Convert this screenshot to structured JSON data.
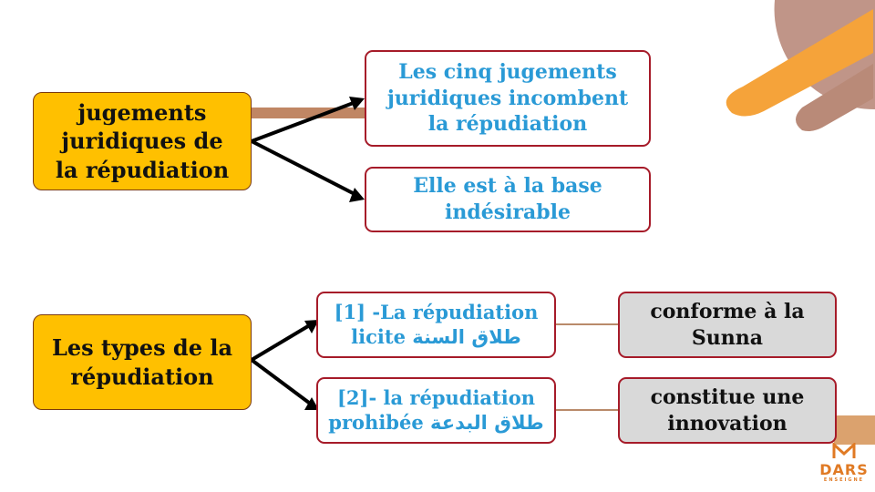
{
  "diagram": {
    "group1": {
      "main": "jugements juridiques de la répudiation",
      "branch1": "Les cinq jugements juridiques incombent la répudiation",
      "branch2": "Elle est à la base indésirable"
    },
    "group2": {
      "main": "Les types de la répudiation",
      "type1": {
        "line1": "[1] -La répudiation",
        "latin": "licite",
        "arabic": "طلاق السنة",
        "note": "conforme à la Sunna"
      },
      "type2": {
        "line1": "[2]- la répudiation",
        "latin": "prohibée",
        "arabic": "طلاق البدعة",
        "note": "constitue une innovation"
      }
    }
  },
  "logo": {
    "name": "DARS",
    "subtitle": "ENSEIGNE"
  },
  "colors": {
    "main_fill": "#ffc000",
    "box_border": "#a61b29",
    "text_blue": "#2a9ad6",
    "note_fill": "#d9d9d9",
    "accent_orange": "#f5a33a"
  }
}
